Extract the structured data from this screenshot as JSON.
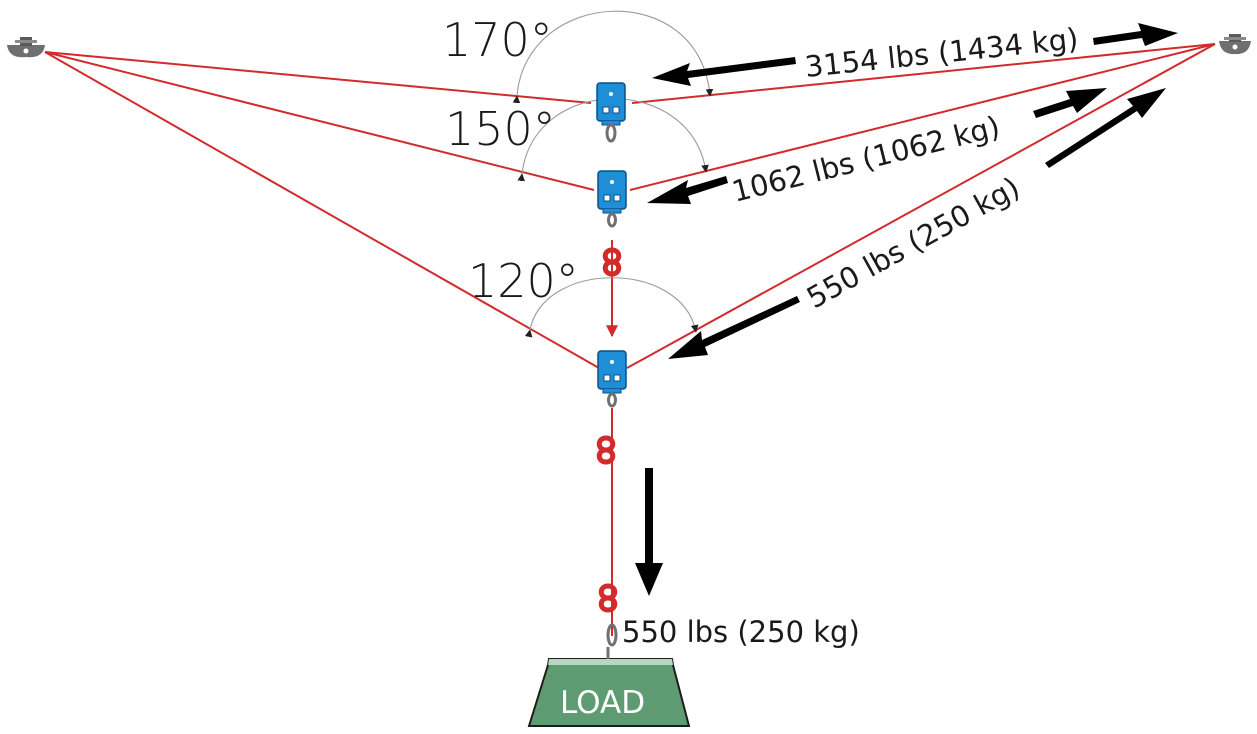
{
  "angles": {
    "top": "170°",
    "middle": "150°",
    "bottom": "120°"
  },
  "forces": {
    "top": "3154 lbs (1434 kg)",
    "middle": "1062 lbs (1062 kg)",
    "bottom": "550 lbs (250 kg)",
    "load": "550 lbs (250 kg)"
  },
  "load_label": "LOAD",
  "colors": {
    "rope": "#d22b2b",
    "pulley": "#1e8fd6",
    "load_block": "#5f9b72",
    "arrow": "#000000"
  },
  "icons": {
    "anchor": "anchor-bolt-icon",
    "pulley": "pulley-icon",
    "knot": "figure-eight-knot-icon"
  }
}
